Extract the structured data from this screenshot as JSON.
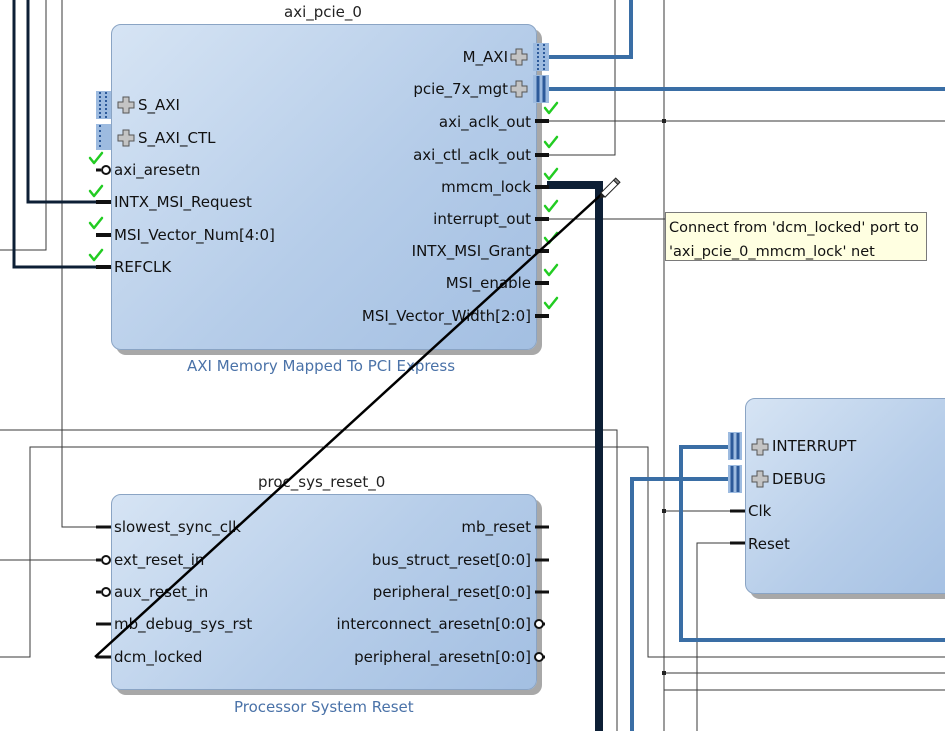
{
  "pcie_block": {
    "name": "axi_pcie_0",
    "subtitle": "AXI Memory Mapped To PCI Express",
    "ports_left": [
      "S_AXI",
      "S_AXI_CTL",
      "axi_aresetn",
      "INTX_MSI_Request",
      "MSI_Vector_Num[4:0]",
      "REFCLK"
    ],
    "ports_right": [
      "M_AXI",
      "pcie_7x_mgt",
      "axi_aclk_out",
      "axi_ctl_aclk_out",
      "mmcm_lock",
      "interrupt_out",
      "INTX_MSI_Grant",
      "MSI_enable",
      "MSI_Vector_Width[2:0]"
    ]
  },
  "reset_block": {
    "name": "proc_sys_reset_0",
    "subtitle": "Processor System Reset",
    "ports_left": [
      "slowest_sync_clk",
      "ext_reset_in",
      "aux_reset_in",
      "mb_debug_sys_rst",
      "dcm_locked"
    ],
    "ports_right": [
      "mb_reset",
      "bus_struct_reset[0:0]",
      "peripheral_reset[0:0]",
      "interconnect_aresetn[0:0]",
      "peripheral_aresetn[0:0]"
    ]
  },
  "debug_block": {
    "ports_left": [
      "INTERRUPT",
      "DEBUG",
      "Clk",
      "Reset"
    ]
  },
  "tooltip": {
    "line1": "Connect from 'dcm_locked' port to",
    "line2": "'axi_pcie_0_mmcm_lock' net"
  },
  "icons": [
    "expand-plus-icon",
    "bus-connector-icon",
    "check-icon",
    "pencil-cursor-icon"
  ],
  "colors": {
    "net_thin": "#333333",
    "bus_blue": "#3a6ea5",
    "bus_dark": "#0d1f35",
    "block_fill": "#b6cde9",
    "subtitle": "#4a72a8",
    "check": "#22cc22",
    "tooltip_bg": "#ffffe1"
  }
}
